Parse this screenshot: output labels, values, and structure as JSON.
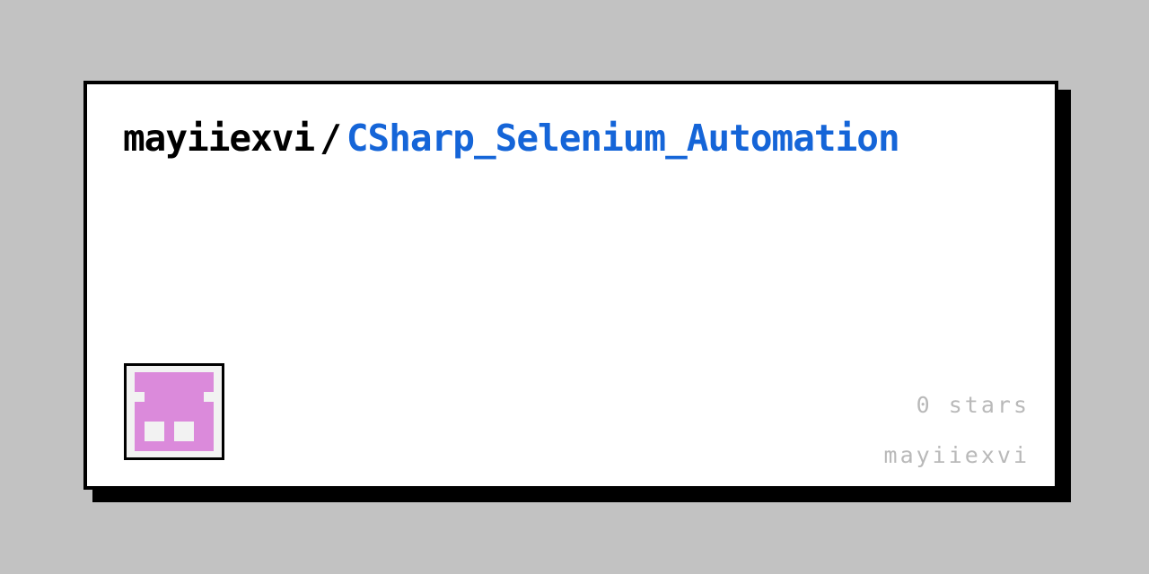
{
  "page": {
    "background_color": "#c2c2c2"
  },
  "card": {
    "background_color": "#ffffff",
    "border_color": "#000000",
    "shadow_color": "#000000"
  },
  "header": {
    "owner": "mayiiexvi",
    "separator": "/",
    "repository": "CSharp_Selenium_Automation",
    "owner_color": "#000000",
    "repository_color": "#1565d8"
  },
  "avatar": {
    "alt": "mayiiexvi",
    "pixel_color": "#db8adb",
    "background_color": "#f2f2f2",
    "border_color": "#000000"
  },
  "meta": {
    "stars_label": "0 stars",
    "stars_count": 0,
    "owner_label": "mayiiexvi",
    "text_color": "#b9b9b9"
  }
}
